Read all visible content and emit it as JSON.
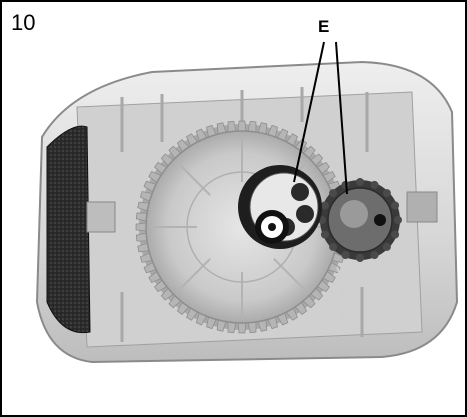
{
  "step_number": "10",
  "callout_label": "E",
  "figure": {
    "subject": "opened-housing-gear-assembly"
  },
  "colors": {
    "border": "#000000",
    "housing": "#d9d9d9",
    "gear": "#c4c4c4",
    "foam": "#2a2a2a"
  }
}
